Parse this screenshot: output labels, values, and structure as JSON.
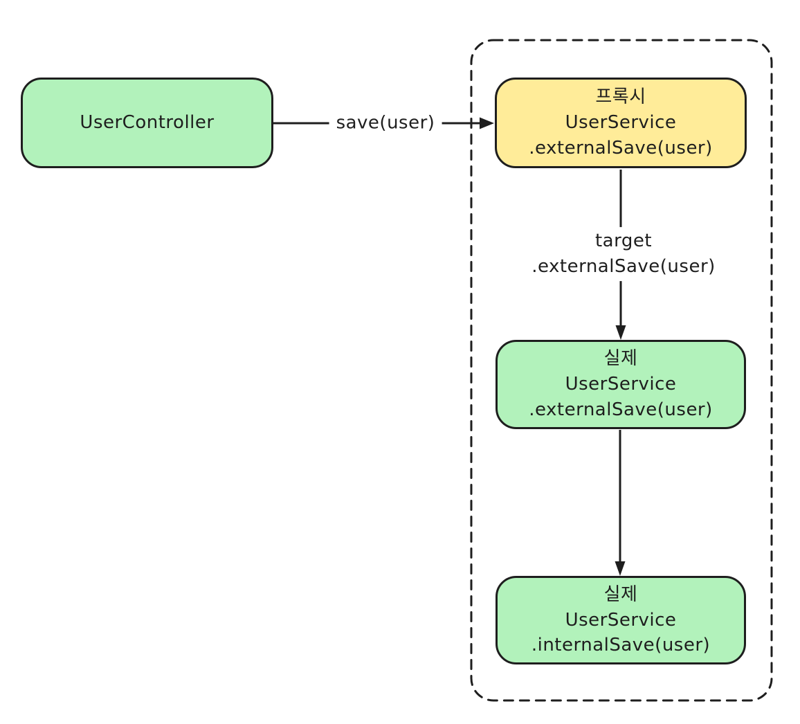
{
  "diagram": {
    "colors": {
      "node_green": "#b2f2bb",
      "node_yellow": "#ffec99",
      "stroke": "#1e1e1e",
      "background": "#ffffff"
    },
    "nodes": {
      "controller": {
        "label": "UserController"
      },
      "proxy": {
        "lines": [
          "프록시",
          "UserService",
          ".externalSave(user)"
        ]
      },
      "real_external": {
        "lines": [
          "실제",
          "UserService",
          ".externalSave(user)"
        ]
      },
      "real_internal": {
        "lines": [
          "실제",
          "UserService",
          ".internalSave(user)"
        ]
      }
    },
    "edges": {
      "save": {
        "label": "save(user)"
      },
      "target": {
        "lines": [
          "target",
          ".externalSave(user)"
        ]
      }
    }
  }
}
